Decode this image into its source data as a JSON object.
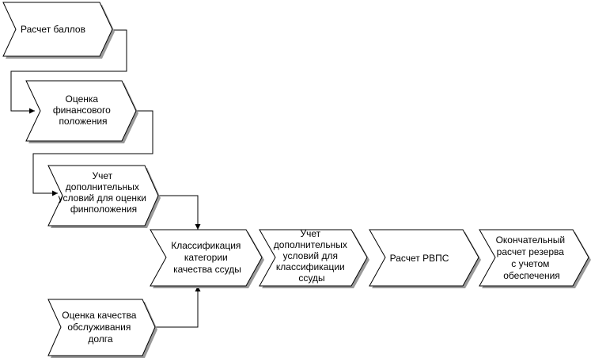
{
  "diagram": {
    "steps": {
      "score_calc": [
        "Расчет баллов"
      ],
      "financial_position": [
        "Оценка",
        "финансового",
        "положения"
      ],
      "extra_conditions_fin": [
        "Учет",
        "дополнительных",
        "условий для оценки",
        "финположения"
      ],
      "loan_quality_class": [
        "Классификация",
        "категории",
        "качества ссуды"
      ],
      "extra_conditions_class": [
        "Учет",
        "дополнительных",
        "условий для",
        "классификации",
        "ссуды"
      ],
      "rvps_calc": [
        "Расчет РВПС"
      ],
      "final_reserve": [
        "Окончательный",
        "расчет резерва",
        "с учетом",
        "обеспечения"
      ],
      "debt_service_quality": [
        "Оценка качества",
        "обслуживания",
        "долга"
      ]
    },
    "colors": {
      "shape_fill": "#ffffff",
      "shape_stroke": "#000000",
      "shadow": "#9a9a9a",
      "connector": "#000000"
    }
  }
}
